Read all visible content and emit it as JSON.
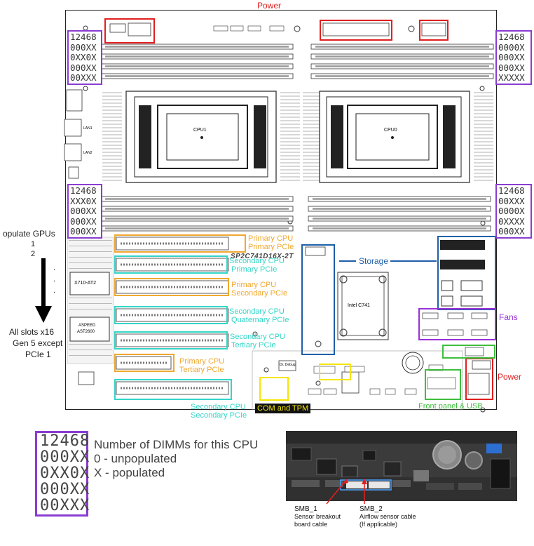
{
  "labels": {
    "power_top": "Power",
    "power_right": "Power",
    "storage": "Storage",
    "fans": "Fans",
    "com_tpm": "COM and TPM",
    "front_panel_usb": "Front panel & USB",
    "board_model": "SP2C741D16X-2T",
    "chipset": "Intel C741",
    "nic_chip": "X710-AT2",
    "bmc_chip_line1": "ASPEED",
    "bmc_chip_line2": "AST2600",
    "cpu1": "CPU1",
    "cpu0": "CPU0",
    "dr_debug": "Dr. Debug",
    "lan1": "LAN1",
    "lan2": "LAN2"
  },
  "gpu_side": {
    "populate_title": "opulate GPUs",
    "order_1": "1",
    "order_2": "2",
    "dot1": ".",
    "dot2": ".",
    "dot3": ".",
    "note_line1": "All slots x16",
    "note_line2": "Gen 5 except",
    "note_line3": "PCIe 1"
  },
  "pcie_slots": [
    {
      "line1": "Primary CPU",
      "line2": "Primary PCIe",
      "color": "#f0a830"
    },
    {
      "line1": "Secondary CPU",
      "line2": "Primary PCIe",
      "color": "#33d6c8"
    },
    {
      "line1": "Primary CPU",
      "line2": "Secondary PCIe",
      "color": "#f0a830"
    },
    {
      "line1": "Secondary CPU",
      "line2": "Quaternary PCIe",
      "color": "#33d6c8"
    },
    {
      "line1": "Secondary CPU",
      "line2": "Tertiary PCIe",
      "color": "#33d6c8"
    },
    {
      "line1": "Primary CPU",
      "line2": "Tertiary PCIe",
      "color": "#f0a830"
    },
    {
      "line1": "Secondary CPU",
      "line2": "Secondary PCIe",
      "color": "#33d6c8"
    }
  ],
  "dimm_tables": {
    "top_left": [
      "12468",
      "000XX",
      "0XX0X",
      "000XX",
      "00XXX"
    ],
    "top_right": [
      "12468",
      "0000X",
      "000XX",
      "000XX",
      "XXXXX"
    ],
    "mid_left": [
      "12468",
      "XXX0X",
      "000XX",
      "000XX",
      "000XX"
    ],
    "mid_right": [
      "12468",
      "00XXX",
      "0000X",
      "0XXXX",
      "000XX"
    ]
  },
  "legend": {
    "rows": [
      "12468",
      "000XX",
      "0XX0X",
      "000XX",
      "00XXX"
    ],
    "line1": "Number of DIMMs for this CPU",
    "line2": "0 - unpopulated",
    "line3": "X - populated"
  },
  "photo": {
    "smb1_title": "SMB_1",
    "smb1_line2": "Sensor breakout",
    "smb1_line3": "board cable",
    "smb2_title": "SMB_2",
    "smb2_line2": "Airflow sensor cable",
    "smb2_line3": "(If applicable)"
  },
  "colors": {
    "power": "#e02020",
    "storage": "#1f5fa8",
    "fans": "#9b30d9",
    "com_tpm_bg": "#111111",
    "com_tpm_text": "#f5e600",
    "front_panel": "#3cbf3c",
    "primary_cpu": "#f0a830",
    "secondary_cpu": "#33d6c8",
    "dimm_frame": "#8a3dd1"
  }
}
